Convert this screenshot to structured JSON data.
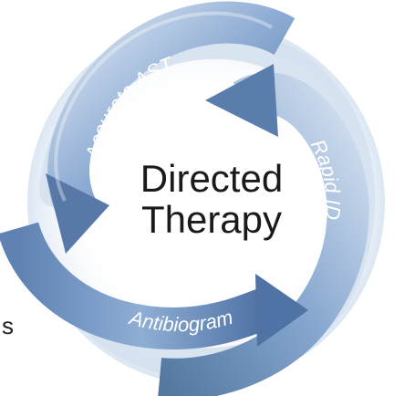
{
  "center": {
    "line1": "Directed",
    "line2": "Therapy"
  },
  "bands": {
    "top_left": "Accurate AST",
    "right": "Rapid ID",
    "bottom": "Antibiogram"
  },
  "edge_text": "s",
  "colors": {
    "band_light": "#c7d7ec",
    "band_mid": "#7e9fca",
    "band_dark": "#4d6fa0",
    "center_text": "#1a1a1a"
  }
}
